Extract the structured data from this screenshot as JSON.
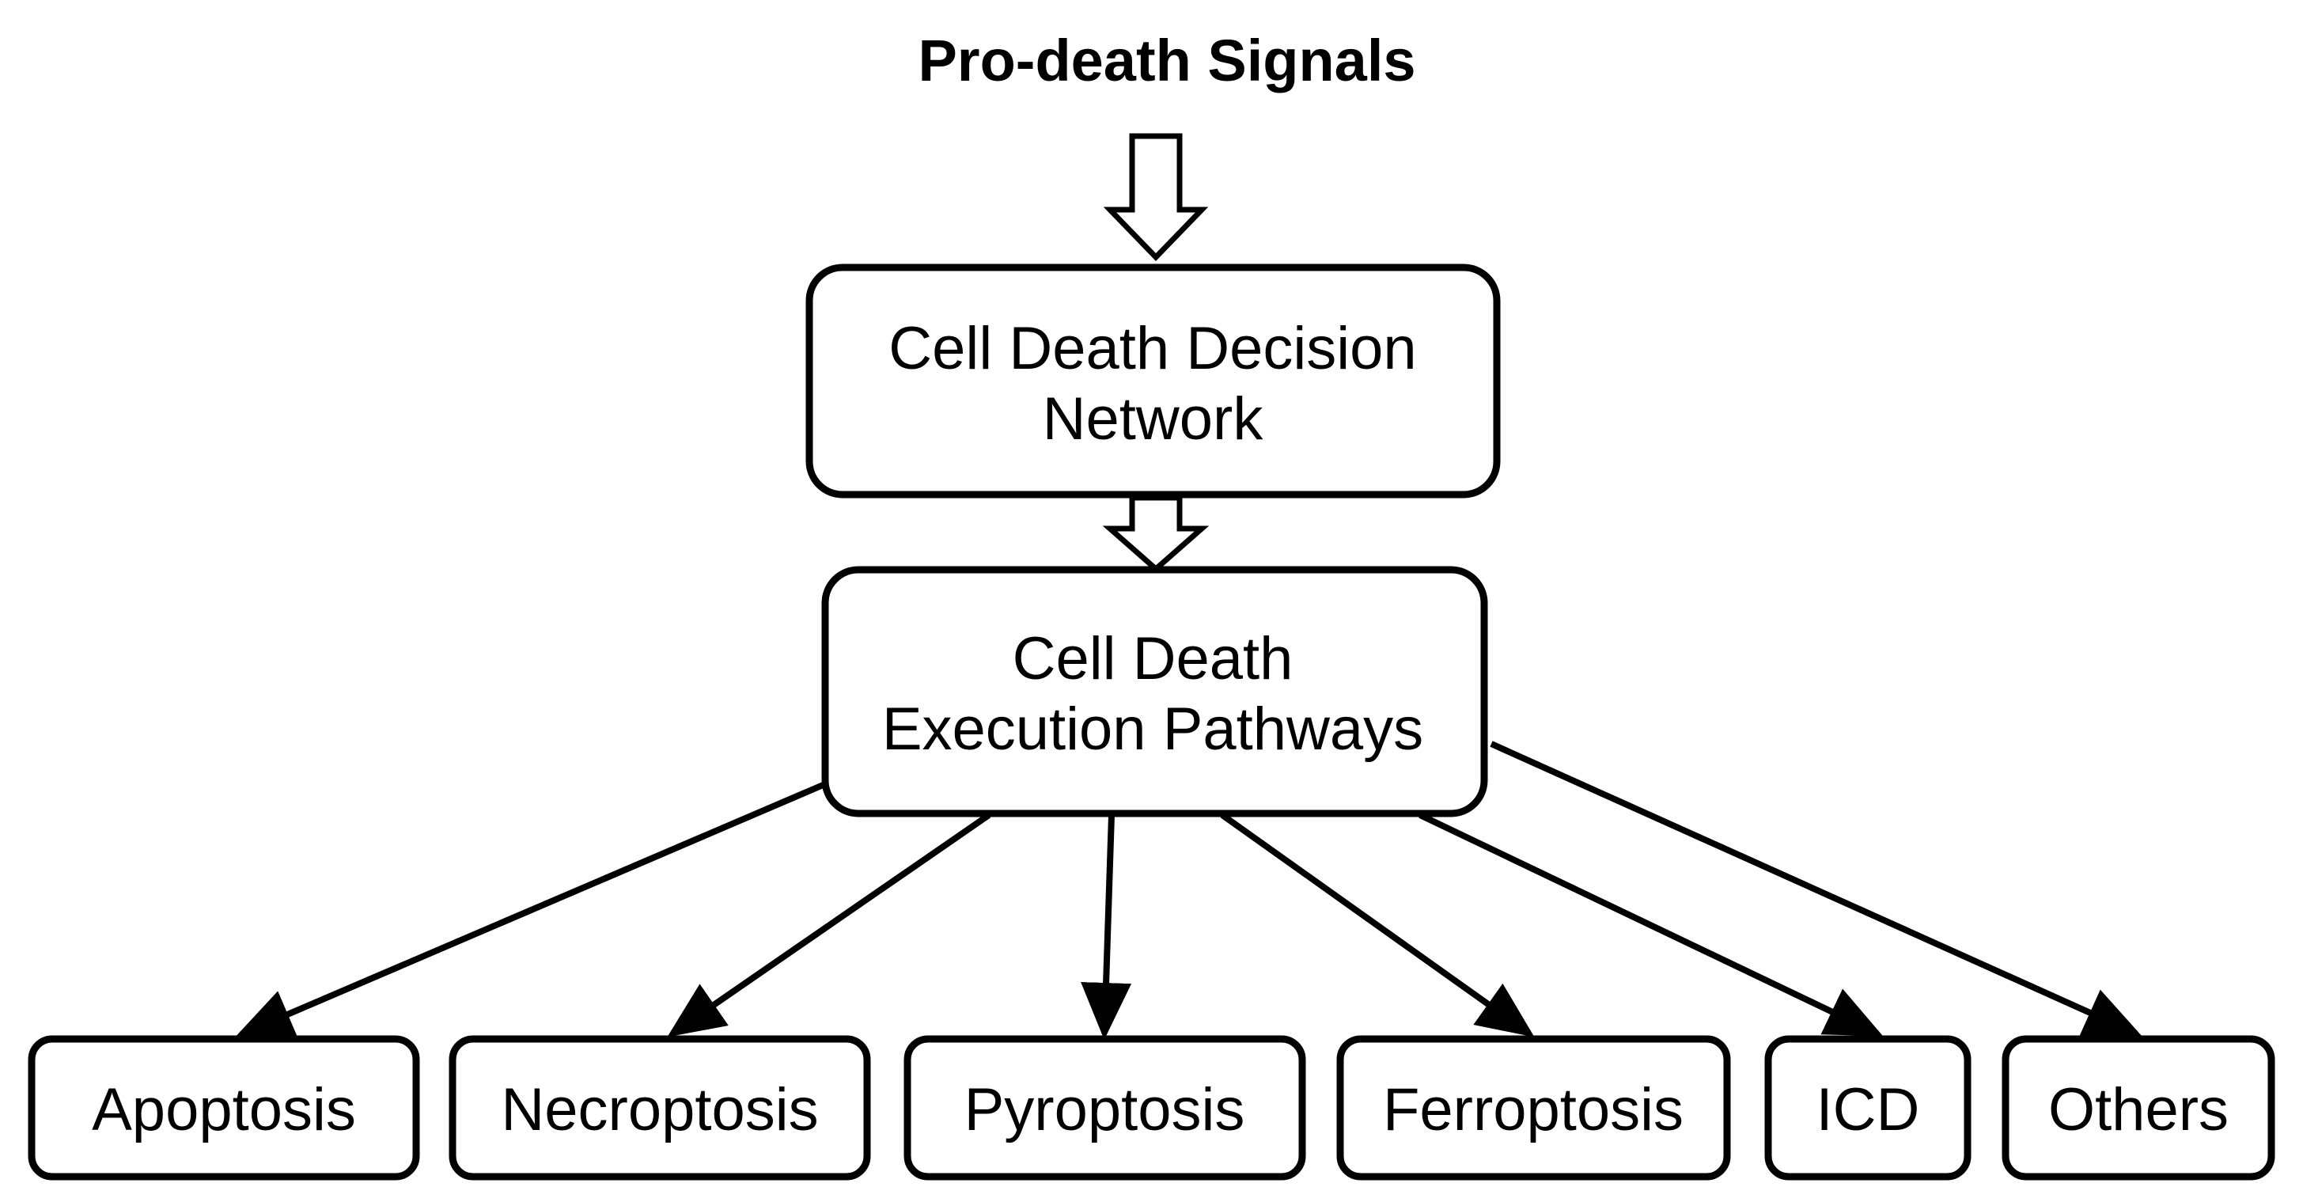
{
  "title": "Pro-death Signals",
  "decision_network": {
    "line1": "Cell Death Decision",
    "line2": "Network"
  },
  "execution_pathways": {
    "line1": "Cell Death",
    "line2": "Execution Pathways"
  },
  "outcomes": [
    {
      "label": "Apoptosis"
    },
    {
      "label": "Necroptosis"
    },
    {
      "label": "Pyroptosis"
    },
    {
      "label": "Ferroptosis"
    },
    {
      "label": "ICD"
    },
    {
      "label": "Others"
    }
  ],
  "colors": {
    "stroke": "#000000",
    "background": "#ffffff"
  }
}
